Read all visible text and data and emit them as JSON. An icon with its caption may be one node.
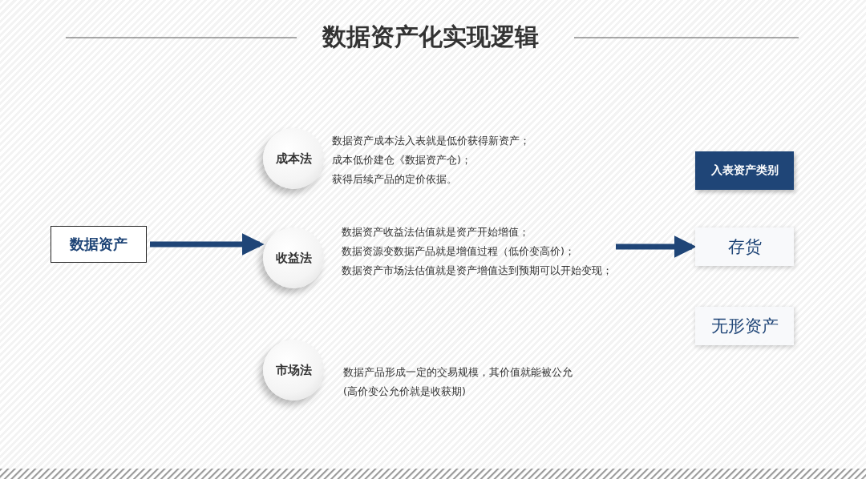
{
  "diagram": {
    "title": "数据资产化实现逻辑",
    "nodes": [
      {
        "text": [
          "数据资产"
        ]
      },
      {
        "text": [
          "成本法"
        ],
        "beside": [
          "数据资产成本法入表就是低价获得新资产；",
          "成本低价建仓《数据资产仓)；",
          "获得后续产品的定价依据。"
        ]
      },
      {
        "text": [
          "收益法"
        ],
        "beside": [
          "数据资产收益法估值就是资产开始增值；",
          "数据资源变数据产品就是增值过程（低价变高价)；",
          "数据资产市场法估值就是资产增值达到预期可以开始变现；"
        ]
      },
      {
        "text": [
          "市场法"
        ],
        "beside": [
          "数据产品形成一定的交易规模，其价值就能被公允(高价变公允价就是收获期)"
        ]
      },
      {
        "text": [
          "入表资产类别"
        ]
      },
      {
        "text": [
          "存货"
        ]
      },
      {
        "text": [
          "无形资产"
        ]
      }
    ],
    "edges": [
      {
        "from": 0,
        "to": 2,
        "arrow": "to"
      },
      {
        "from": 2,
        "to": 5,
        "arrow": "to"
      }
    ]
  }
}
